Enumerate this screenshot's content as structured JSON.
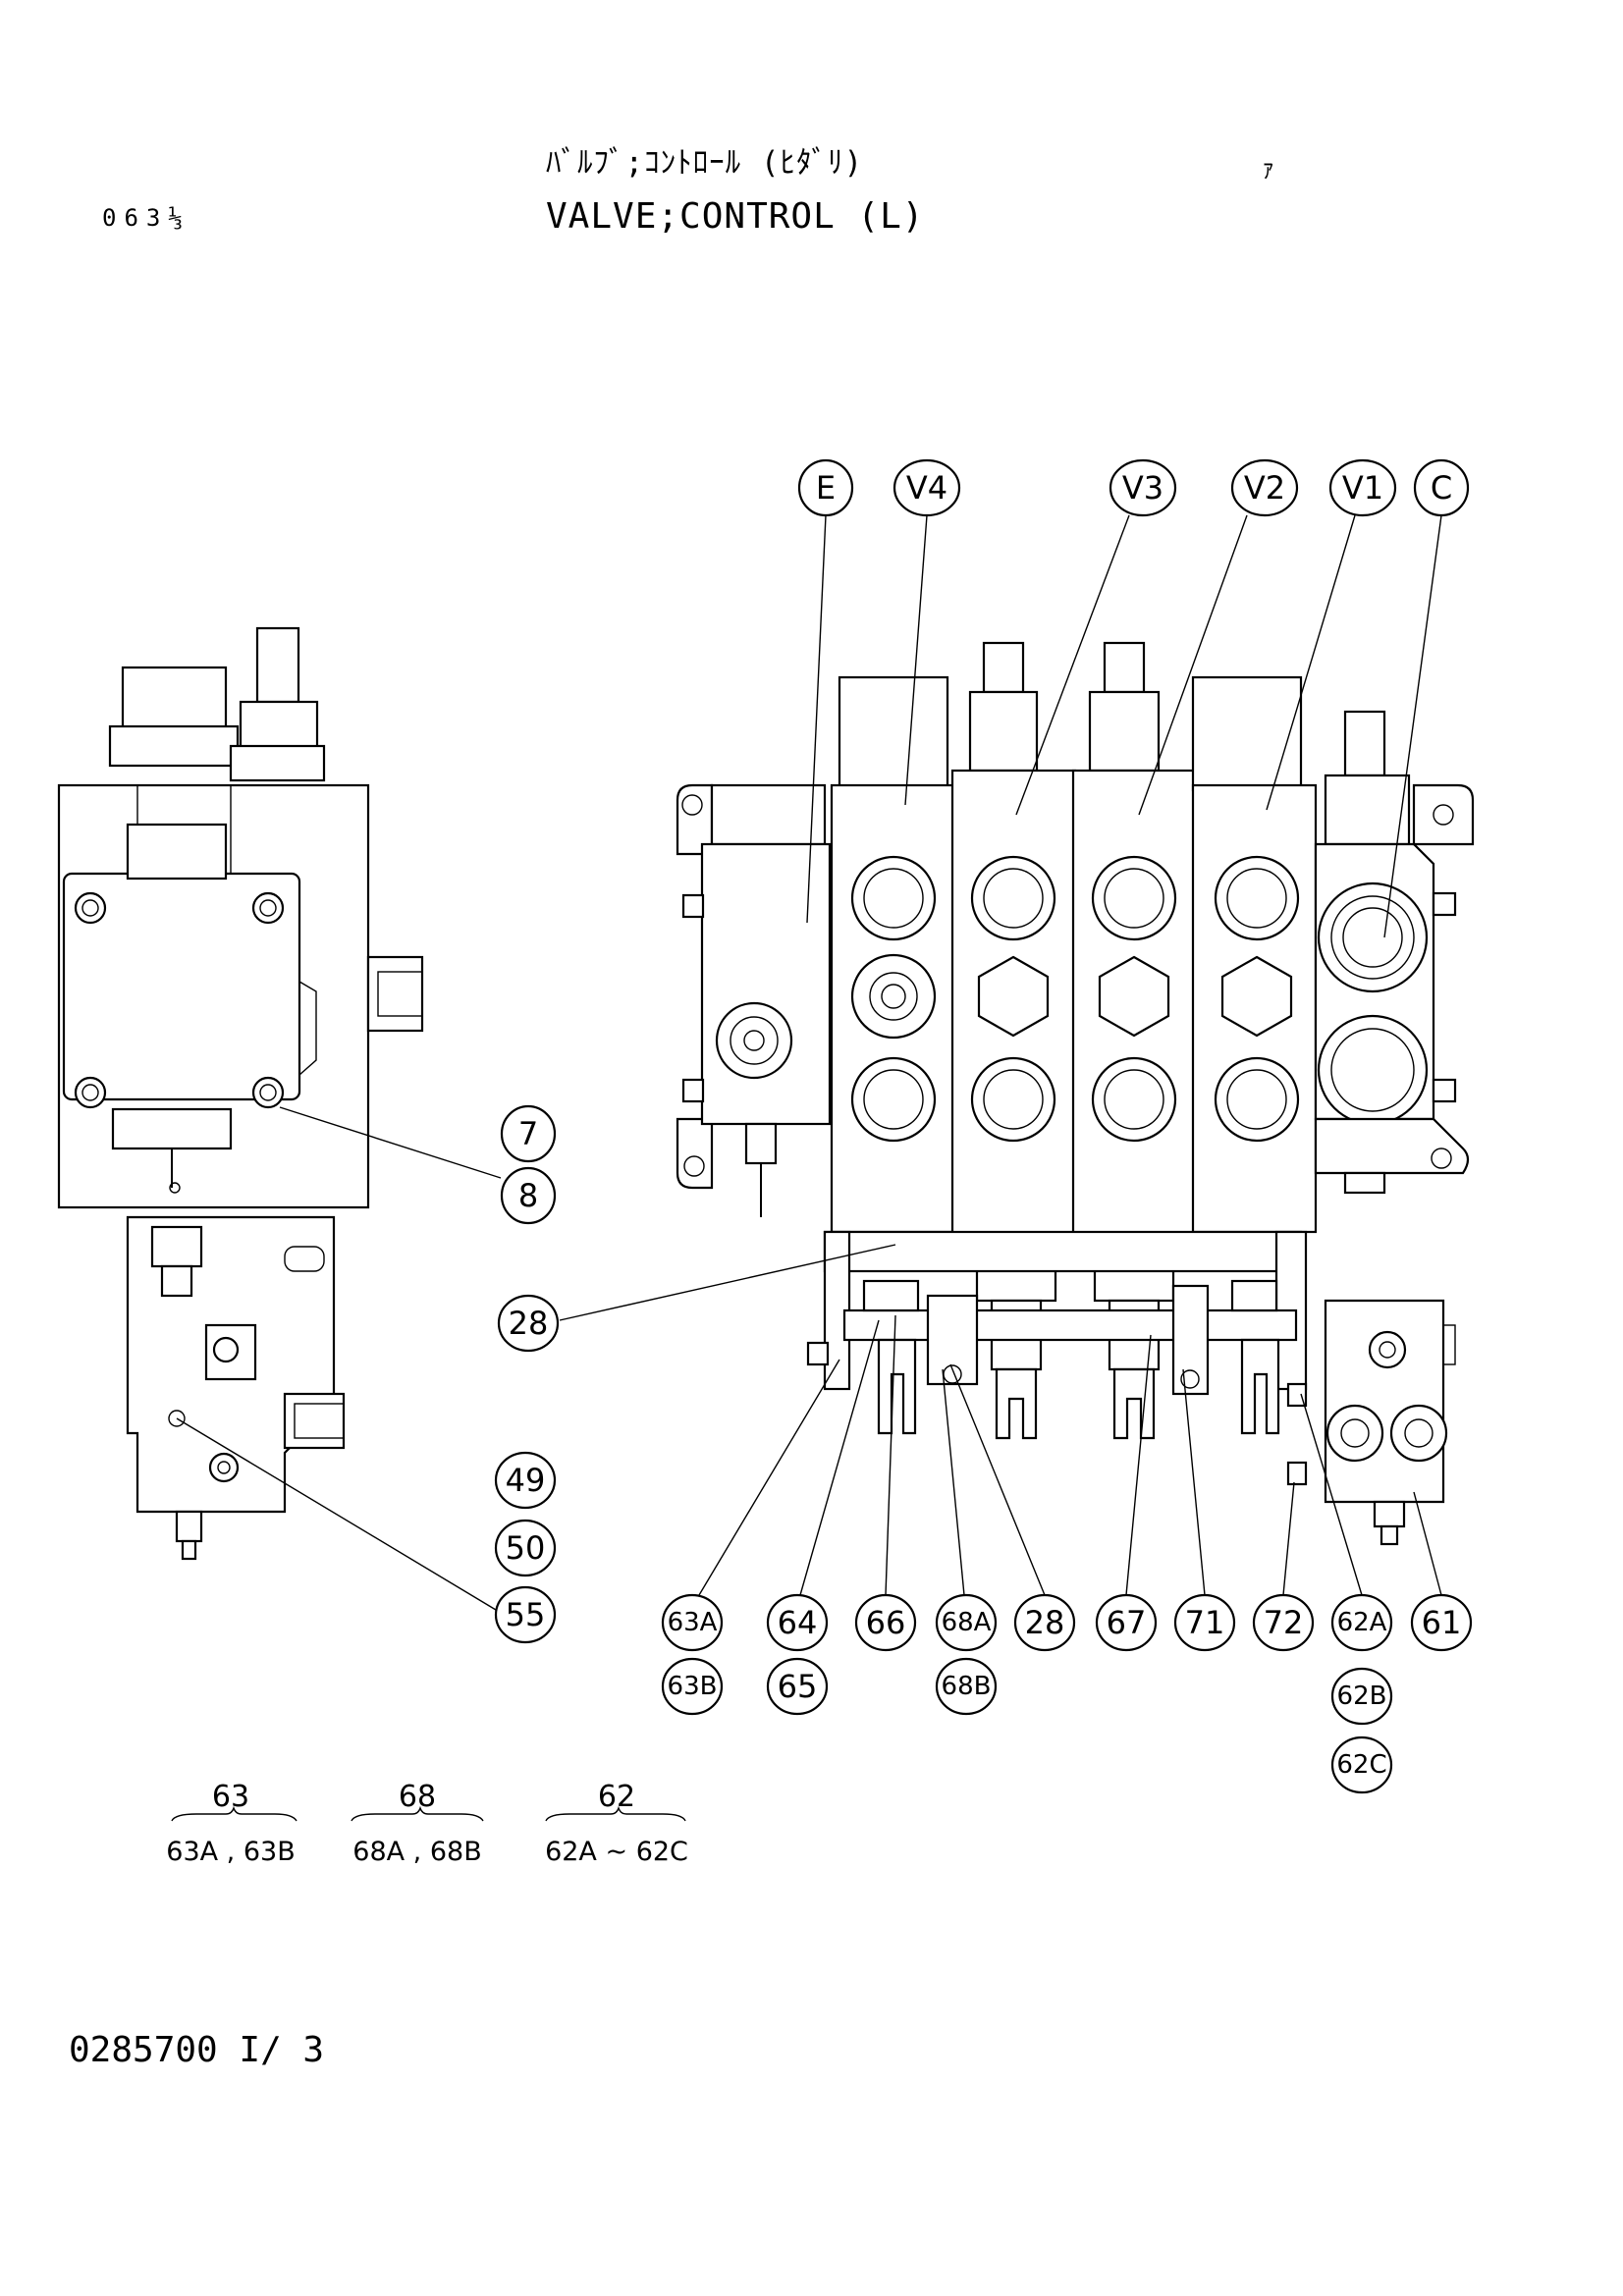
{
  "header": {
    "title_jp": "ﾊﾞﾙﾌﾞ;ｺﾝﾄﾛｰﾙ (ﾋﾀﾞﾘ)",
    "title_en": "VALVE;CONTROL (L)",
    "page_code": "063⅓",
    "corner_mark": "ｧ"
  },
  "footer": {
    "doc_number": "0285700 I/ 3"
  },
  "callouts_top": [
    "E",
    "V4",
    "V3",
    "V2",
    "V1",
    "C"
  ],
  "callouts_left": [
    "7",
    "8",
    "28",
    "49",
    "50",
    "55"
  ],
  "callouts_bottom": [
    "63A",
    "63B",
    "64",
    "65",
    "66",
    "68A",
    "68B",
    "28",
    "67",
    "71",
    "72",
    "62A",
    "62B",
    "62C",
    "61"
  ],
  "groups": [
    {
      "number": "63",
      "members": "63A , 63B"
    },
    {
      "number": "68",
      "members": "68A , 68B"
    },
    {
      "number": "62",
      "members": "62A ~ 62C"
    }
  ]
}
